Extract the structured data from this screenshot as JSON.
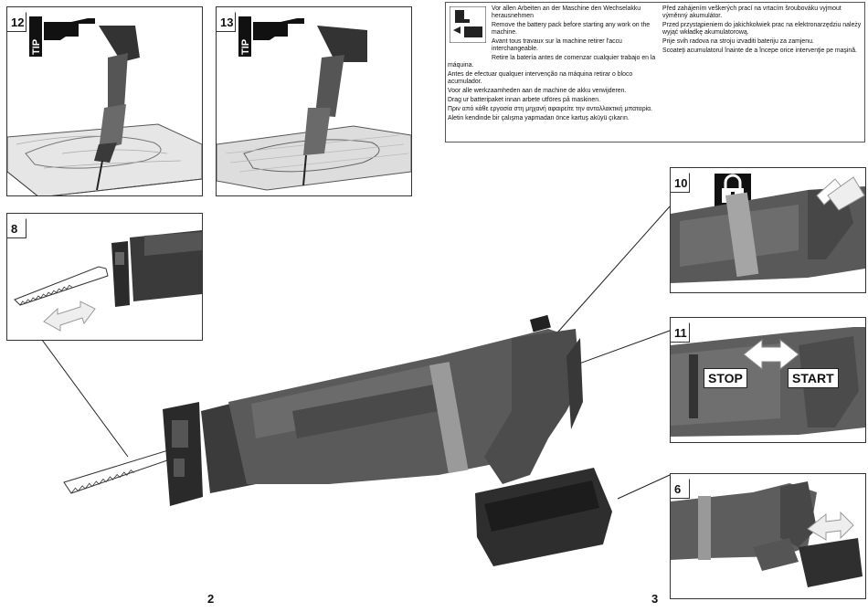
{
  "panels": {
    "p12": "12",
    "p13": "13",
    "p8": "8",
    "p10": "10",
    "p11": "11",
    "p6": "6"
  },
  "tip_label": "TIP",
  "labels": {
    "stop": "STOP",
    "start": "START"
  },
  "page_numbers": {
    "left": "2",
    "right": "3"
  },
  "warning": {
    "col1": [
      "Vor allen Arbeiten an der Maschine den Wechselakku herausnehmen",
      "Remove the battery pack before starting any work on the machine.",
      "Avant tous travaux sur la machine retirer l'accu interchangeable.",
      "Retire la batería antes de comenzar cualquier trabajo en la máquina.",
      "Antes de efectuar qualquer intervenção na máquina retirar o bloco acumulador.",
      "Voor alle werkzaamheden aan de machine de akku verwijderen.",
      "Drag ur batteripaket innan arbete utföres på maskinen.",
      "Πριν από κάθε εργασία στη μηχανή αφαιρείτε την ανταλλακτική μπαταρία.",
      "Aletin kendinde bir çalışma yapmadan önce kartuş aküyü çıkarın."
    ],
    "col2": [
      "Před zahájením veškerých prací na vrtacím šroubováku vyjmout výměnný akumulátor.",
      "Przed przystąpieniem do jakichkolwiek prac na elektronarzędziu należy wyjąć wkładkę akumulatorową.",
      "Prije svih radova na stroju izvaditi bateriju za zamjenu.",
      "Scoateţi acumulatorul înainte de a începe orice intervenţie pe maşină."
    ]
  }
}
